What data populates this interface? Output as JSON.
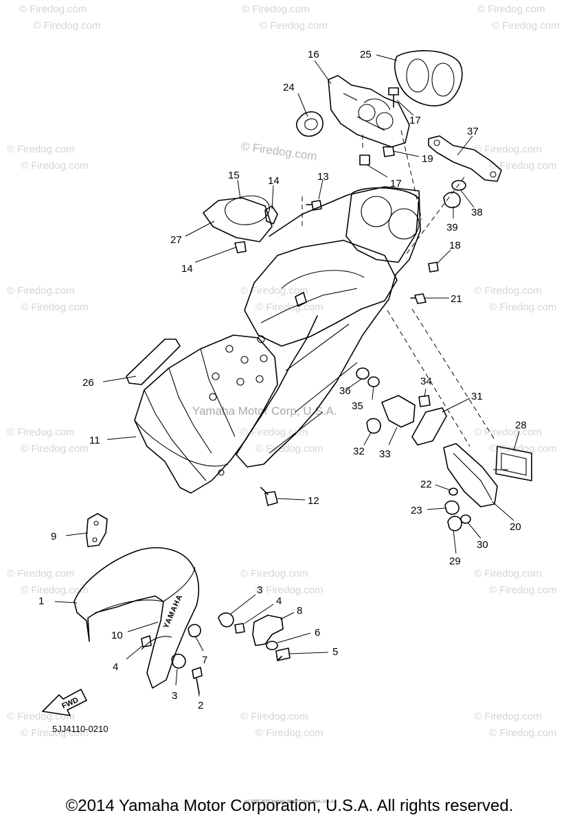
{
  "watermarks": {
    "repeat": "© Firedog.com",
    "diagram_stamp": "© Firedog.com",
    "center": "Yamaha Motor Corp, U.S.A."
  },
  "callouts": [
    "1",
    "2",
    "3",
    "3",
    "4",
    "4",
    "5",
    "6",
    "7",
    "8",
    "9",
    "10",
    "11",
    "12",
    "13",
    "14",
    "14",
    "15",
    "16",
    "17",
    "17",
    "18",
    "19",
    "20",
    "21",
    "22",
    "23",
    "24",
    "25",
    "26",
    "27",
    "28",
    "29",
    "30",
    "31",
    "32",
    "33",
    "34",
    "35",
    "36",
    "37",
    "38",
    "39"
  ],
  "diagram_code": "5JJ4110-0210",
  "fender_brand": "YAMAHA",
  "fwd_label": "FWD",
  "footer": {
    "copyright": "©2014 Yamaha Motor Corporation, U.S.A. All rights reserved.",
    "fine_print": "(c) 2005-2015 Yamaha Motor Corporation, U.S.A."
  }
}
